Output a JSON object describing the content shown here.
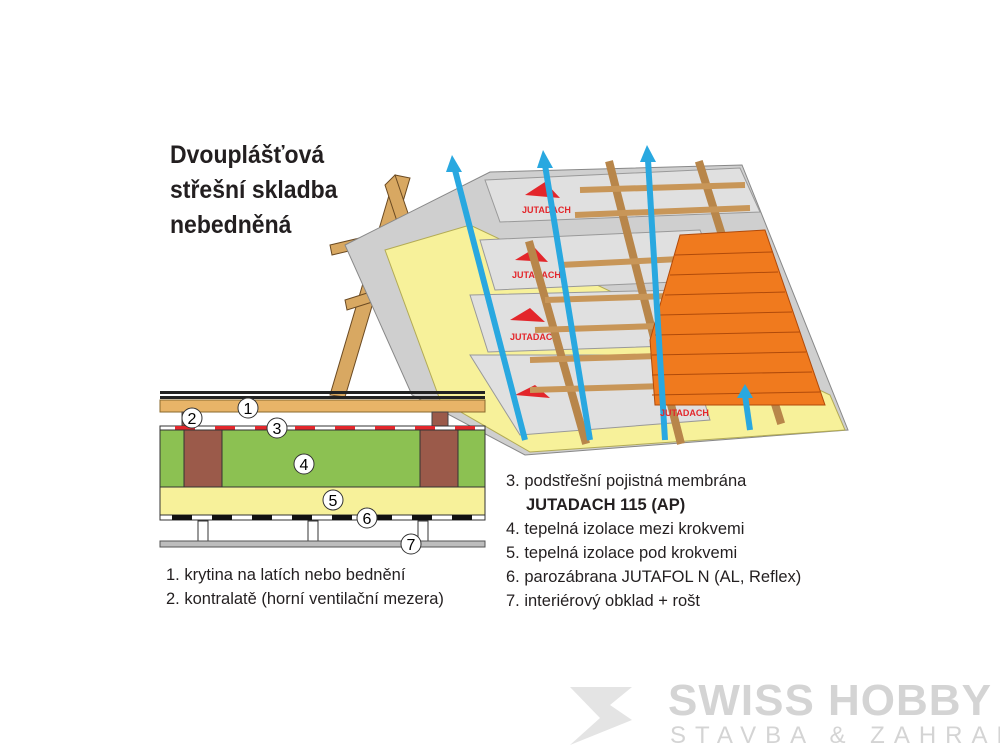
{
  "title": [
    "Dvouplášťová",
    "střešní skladba",
    "nebedněná"
  ],
  "layer_numbers": [
    "1",
    "2",
    "3",
    "4",
    "5",
    "6",
    "7"
  ],
  "membrane_print": "JUTADACH",
  "membrane_print_small": "JUTADACH",
  "legend_left": [
    "1. krytina na latích nebo bednění",
    "2. kontralatě (horní ventilační mezera)"
  ],
  "legend_right": {
    "item3": "3. podstřešní pojistná membrána",
    "item3_product": "JUTADACH 115 (AP)",
    "item4": "4. tepelná izolace mezi krokvemi",
    "item5": "5. tepelná izolace pod krokvemi",
    "item6": "6. parozábrana JUTAFOL N (AL, Reflex)",
    "item7": "7. interiérový obklad + rošt"
  },
  "watermark": {
    "brand": "SWISS HOBBY",
    "tagline": "STAVBA & ZAHRADA"
  },
  "colors": {
    "wood": "#d8a862",
    "insulation_green": "#8cc152",
    "insulation_yellow": "#f7f19a",
    "rafter": "#9b5a4a",
    "membrane": "#c9c9c9",
    "tiles": "#f07a1e",
    "airflow": "#29a8e0",
    "membrane_red": "#e3262b"
  }
}
